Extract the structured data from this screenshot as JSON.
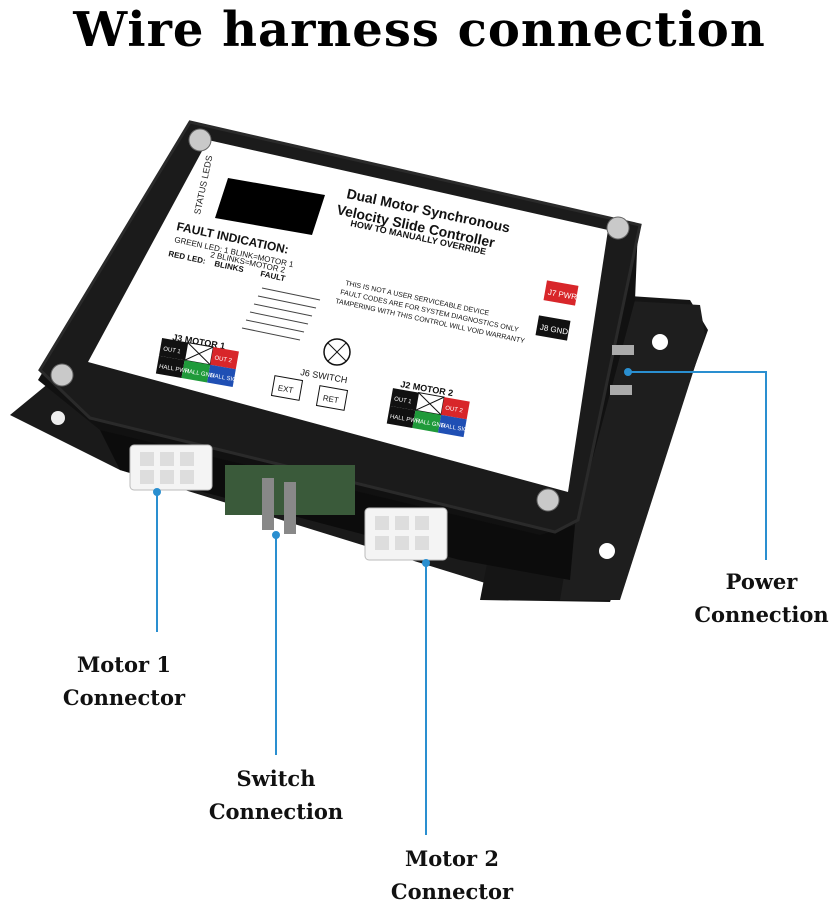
{
  "title": "Wire harness connection",
  "callouts": {
    "motor1": [
      "Motor 1",
      "Connector"
    ],
    "switch": [
      "Switch",
      "Connection"
    ],
    "motor2": [
      "Motor 2",
      "Connector"
    ],
    "power": [
      "Power",
      "Connection"
    ]
  },
  "label_panel": {
    "status_leds": "STATUS LEDS",
    "heading1": "Dual Motor Synchronous",
    "heading2": "Velocity Slide Controller",
    "override": "HOW TO MANUALLY OVERRIDE",
    "fault_indication": "FAULT INDICATION:",
    "green_led": "GREEN LED: 1 BLINK=MOTOR 1",
    "green_led2": "2 BLINKS=MOTOR 2",
    "red_led": "RED LED:",
    "blinks": "BLINKS",
    "fault": "FAULT",
    "notice1": "THIS IS NOT A USER SERVICEABLE DEVICE",
    "notice2": "FAULT CODES ARE FOR SYSTEM DIAGNOSTICS ONLY",
    "notice3": "TAMPERING WITH THIS CONTROL WILL VOID WARRANTY",
    "j3": "J3 MOTOR 1",
    "j2": "J2 MOTOR 2",
    "j6": "J6 SWITCH",
    "ext": "EXT",
    "ret": "RET",
    "j7": "J7 PWR",
    "j8": "J8 GND",
    "out1": "OUT 1",
    "out2": "OUT 2",
    "hall_pwr": "HALL PWR",
    "hall_gnd": "HALL GND",
    "hall_sig": "HALL SIG"
  },
  "colors": {
    "callout_line": "#2a8fd0",
    "housing": "#141414",
    "label_bg": "#ffffff",
    "red": "#d8262a",
    "green": "#1f9a3a",
    "blue": "#1f4fb4"
  }
}
